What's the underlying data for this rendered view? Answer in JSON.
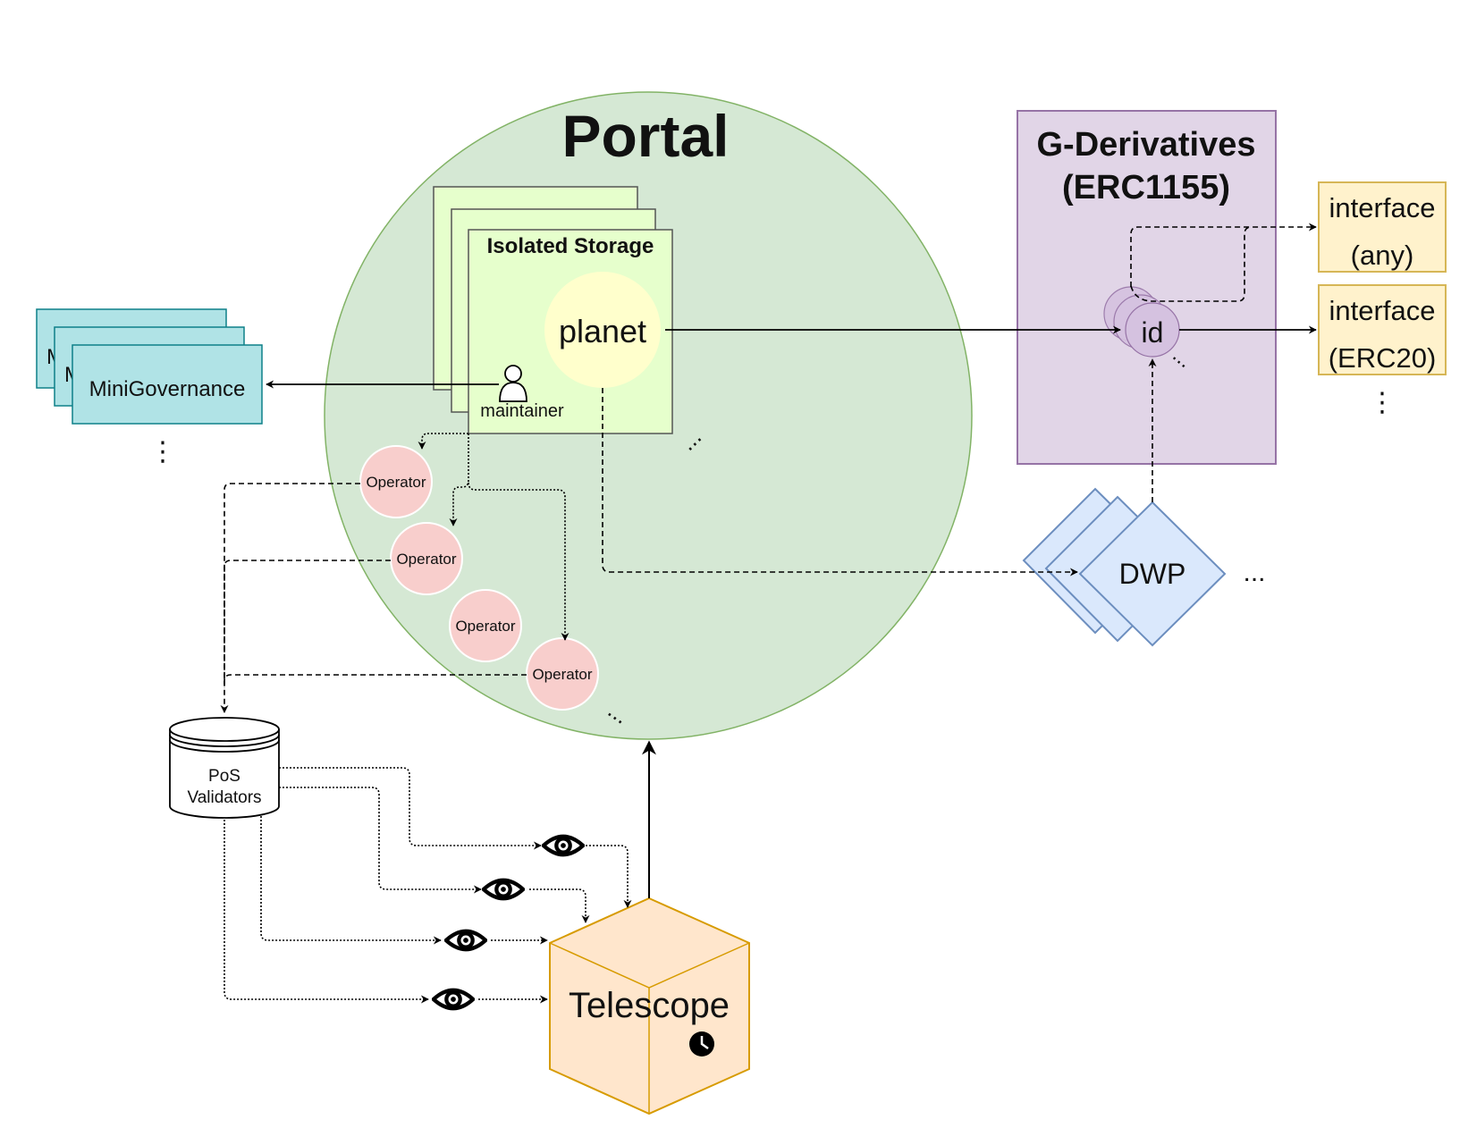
{
  "portal": {
    "title": "Portal"
  },
  "storage": {
    "title": "Isolated Storage",
    "planet": "planet",
    "maintainer": "maintainer"
  },
  "mini_governance": {
    "label": "MiniGovernance",
    "peek_1": "M",
    "peek_2": "M",
    "more": "⋮"
  },
  "operators": [
    "Operator",
    "Operator",
    "Operator",
    "Operator"
  ],
  "validators": {
    "line1": "PoS",
    "line2": "Validators"
  },
  "telescope": {
    "label": "Telescope",
    "clock_icon": "clock-icon"
  },
  "derivatives": {
    "title_line1": "G-Derivatives",
    "title_line2": "(ERC1155)",
    "id": "id",
    "interfaces": [
      {
        "line1": "interface",
        "line2": "(any)"
      },
      {
        "line1": "interface",
        "line2": "(ERC20)"
      }
    ],
    "interfaces_more": "⋮"
  },
  "dwp": {
    "label": "DWP",
    "more": "..."
  },
  "observers": {
    "icon": "eye-icon",
    "count": 4
  },
  "colors": {
    "portal_fill": "#d5e8d4",
    "portal_stroke": "#82b366",
    "storage_fill": "#e6ffcc",
    "planet_fill": "#ffffcc",
    "mini_fill": "#b0e3e6",
    "mini_stroke": "#0e8088",
    "operator_fill": "#f8cecc",
    "telescope_fill": "#ffe6cc",
    "telescope_stroke": "#d79b00",
    "deriv_fill": "#e1d5e7",
    "deriv_stroke": "#9673a6",
    "interface_fill": "#fff2cc",
    "interface_stroke": "#d6b656",
    "dwp_fill": "#dae8fc",
    "dwp_stroke": "#6c8ebf"
  }
}
